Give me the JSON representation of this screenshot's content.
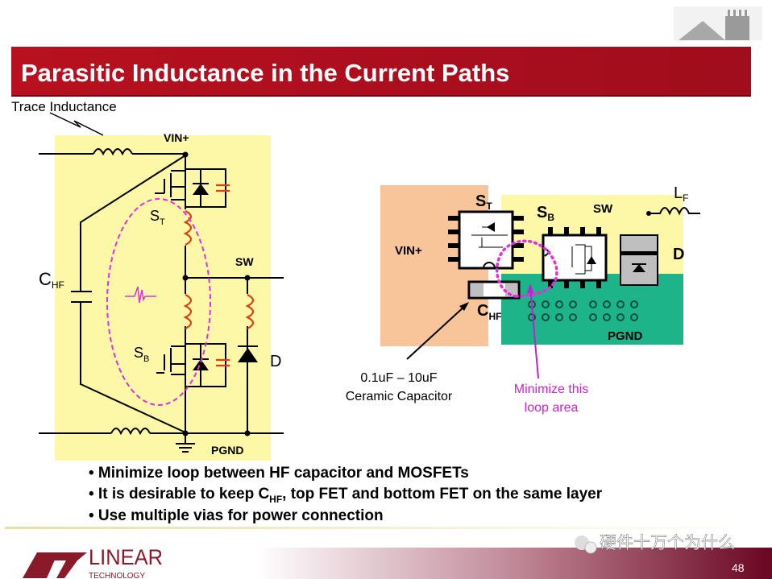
{
  "slide": {
    "title": "Parasitic Inductance in the Current Paths",
    "page_number": "48",
    "watermark": "硬件十万个为什么",
    "logo": {
      "name": "LINEAR",
      "sub": "TECHNOLOGY"
    }
  },
  "schematic": {
    "trace_inductance_label": "Trace Inductance",
    "vin_label": "VIN+",
    "sw_label": "SW",
    "pgnd_label": "PGND",
    "chf_label": "C",
    "chf_sub": "HF",
    "st_label": "S",
    "st_sub": "T",
    "sb_label": "S",
    "sb_sub": "B",
    "d_label": "D"
  },
  "layout": {
    "vin_label": "VIN+",
    "sw_label": "SW",
    "pgnd_label": "PGND",
    "st_label": "S",
    "st_sub": "T",
    "sb_label": "S",
    "sb_sub": "B",
    "lf_label": "L",
    "lf_sub": "F",
    "d_label": "D",
    "chf_label": "C",
    "chf_sub": "HF",
    "capacitor_note_line1": "0.1uF – 10uF",
    "capacitor_note_line2": "Ceramic Capacitor",
    "loop_note_line1": "Minimize this",
    "loop_note_line2": "loop area"
  },
  "bullets": [
    {
      "text": "• Minimize loop between HF capacitor and MOSFETs"
    },
    {
      "pre": "• It is desirable to keep C",
      "sub": "HF",
      "post": ", top FET and bottom FET on the same layer"
    },
    {
      "text": "• Use multiple vias for power connection"
    }
  ],
  "colors": {
    "title_bar": "#b3101f",
    "schematic_bg": "#fdf7a8",
    "vin_pad": "#f8c49a",
    "sw_pad": "#fdf7a8",
    "pgnd_pad": "#1db48a",
    "loop": "#e030e0",
    "parasitic": "#d84010"
  }
}
